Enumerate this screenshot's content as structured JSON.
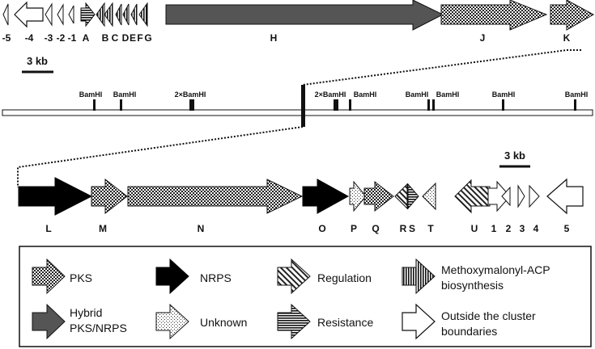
{
  "labels": {
    "top": [
      "-5",
      "-4",
      "-3",
      "-2",
      "-1",
      "A",
      "B",
      "C",
      "D",
      "E",
      "F",
      "G",
      "H",
      "J",
      "K"
    ],
    "bottom": [
      "L",
      "M",
      "N",
      "O",
      "P",
      "Q",
      "R",
      "S",
      "T",
      "U",
      "1",
      "2",
      "3",
      "4",
      "5"
    ]
  },
  "scale_bars": [
    "3 kb",
    "3 kb"
  ],
  "restriction_sites": [
    "BamHI",
    "BamHI",
    "2×BamHI",
    "2×BamHI",
    "BamHI",
    "BamHI",
    "BamHI",
    "BamHI",
    "BamHI"
  ],
  "legend": [
    {
      "key": "pks",
      "pattern": "pat-dots",
      "lines": [
        "PKS"
      ]
    },
    {
      "key": "nrps",
      "pattern": "solid-black",
      "lines": [
        "NRPS"
      ]
    },
    {
      "key": "regulation",
      "pattern": "pat-diag",
      "lines": [
        "Regulation"
      ]
    },
    {
      "key": "methoxymalonyl",
      "pattern": "pat-vert",
      "lines": [
        "Methoxymalonyl-ACP",
        "biosynthesis"
      ]
    },
    {
      "key": "hybrid",
      "pattern": "solid-gray",
      "lines": [
        "Hybrid",
        "PKS/NRPS"
      ]
    },
    {
      "key": "unknown",
      "pattern": "pat-fine",
      "lines": [
        "Unknown"
      ]
    },
    {
      "key": "resistance",
      "pattern": "pat-horiz",
      "lines": [
        "Resistance"
      ]
    },
    {
      "key": "outside",
      "pattern": "white",
      "lines": [
        "Outside the cluster",
        "boundaries"
      ]
    }
  ],
  "colors": {
    "hybrid": "#555555",
    "nrps": "#000000",
    "outline": "#111111"
  }
}
